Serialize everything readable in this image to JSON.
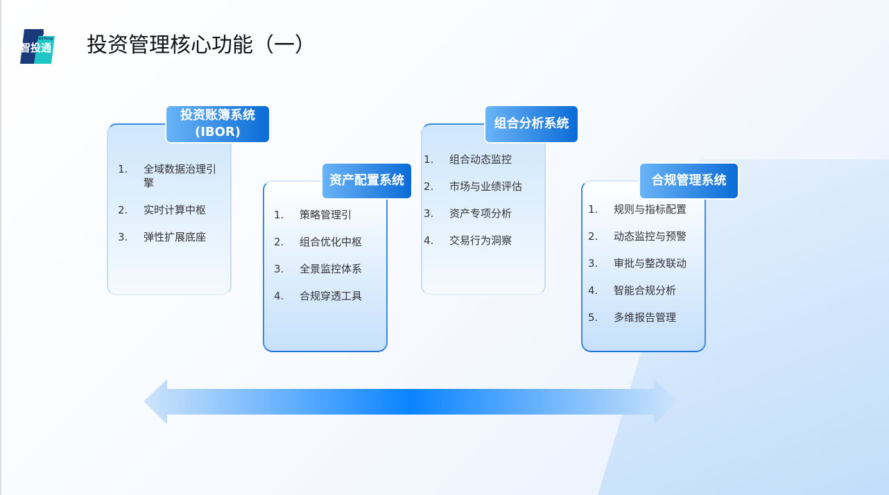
{
  "logo": {
    "text": "智投通",
    "sub1": "Zhi",
    "sub2": "TouTong"
  },
  "title": "投资管理核心功能（一）",
  "cards": [
    {
      "header": "投资账簿系统(IBOR)",
      "items": [
        "全域数据治理引擎",
        "实时计算中枢",
        "弹性扩展底座"
      ]
    },
    {
      "header": "资产配置系统",
      "items": [
        "策略管理引",
        "组合优化中枢",
        "全景监控体系",
        "合规穿透工具"
      ]
    },
    {
      "header": "组合分析系统",
      "items": [
        "组合动态监控",
        "市场与业绩评估",
        "资产专项分析",
        "交易行为洞察"
      ]
    },
    {
      "header": "合规管理系统",
      "items": [
        "规则与指标配置",
        "动态监控与预警",
        "审批与整改联动",
        "智能合规分析",
        "多维报告管理"
      ]
    }
  ],
  "colors": {
    "accent": "#0a6bd6",
    "light": "#cfe6fb"
  }
}
